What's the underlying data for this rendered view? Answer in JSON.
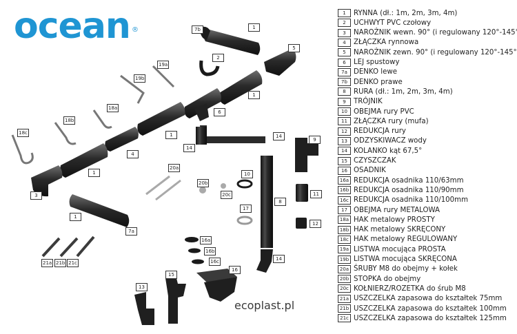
{
  "brand": {
    "logo_text": "ocean",
    "registered_mark": "®",
    "website": "ecoplast.pl"
  },
  "colors": {
    "logo_blue": "#1f95d3",
    "part_dark": "#1b1b1b",
    "part_mid": "#3c3c3c",
    "part_light": "#7a7a7a",
    "metal": "#9a9a9a"
  },
  "legend": [
    {
      "id": "1",
      "label": "RYNNA (dł.: 1m, 2m, 3m, 4m)"
    },
    {
      "id": "2",
      "label": "UCHWYT PVC czołowy"
    },
    {
      "id": "3",
      "label": "NAROŻNIK wewn. 90° (i regulowany 120°-145°)"
    },
    {
      "id": "4",
      "label": "ZŁĄCZKA rynnowa"
    },
    {
      "id": "5",
      "label": "NAROŻNIK zewn. 90° (i regulowany 120°-145°)"
    },
    {
      "id": "6",
      "label": "LEJ spustowy"
    },
    {
      "id": "7a",
      "label": "DENKO lewe"
    },
    {
      "id": "7b",
      "label": "DENKO prawe"
    },
    {
      "id": "8",
      "label": "RURA (dł.: 1m, 2m, 3m, 4m)"
    },
    {
      "id": "9",
      "label": "TRÓJNIK"
    },
    {
      "id": "10",
      "label": "OBEJMA rury PVC"
    },
    {
      "id": "11",
      "label": "ZŁĄCZKA rury (mufa)"
    },
    {
      "id": "12",
      "label": "REDUKCJA rury"
    },
    {
      "id": "13",
      "label": "ODZYSKIWACZ wody"
    },
    {
      "id": "14",
      "label": "KOLANKO kąt 67,5°"
    },
    {
      "id": "15",
      "label": "CZYSZCZAK"
    },
    {
      "id": "16",
      "label": "OSADNIK"
    },
    {
      "id": "16a",
      "label": "REDUKCJA osadnika 110/63mm"
    },
    {
      "id": "16b",
      "label": "REDUKCJA osadnika 110/90mm"
    },
    {
      "id": "16c",
      "label": "REDUKCJA osadnika 110/100mm"
    },
    {
      "id": "17",
      "label": "OBEJMA rury METALOWA"
    },
    {
      "id": "18a",
      "label": "HAK metalowy PROSTY"
    },
    {
      "id": "18b",
      "label": "HAK metalowy SKRĘCONY"
    },
    {
      "id": "18c",
      "label": "HAK metalowy REGULOWANY"
    },
    {
      "id": "19a",
      "label": "LISTWA mocująca PROSTA"
    },
    {
      "id": "19b",
      "label": "LISTWA mocująca SKRĘCONA"
    },
    {
      "id": "20a",
      "label": "ŚRUBY M8 do obejmy + kołek"
    },
    {
      "id": "20b",
      "label": "STOPKA do obejmy"
    },
    {
      "id": "20c",
      "label": "KOŁNIERZ/ROZETKA do śrub M8"
    },
    {
      "id": "21a",
      "label": "USZCZELKA zapasowa do kształtek 75mm"
    },
    {
      "id": "21b",
      "label": "USZCZELKA zapasowa do kształtek 100mm"
    },
    {
      "id": "21c",
      "label": "USZCZELKA zapasowa do kształtek 125mm"
    }
  ],
  "callouts": [
    "7b",
    "1",
    "2",
    "5",
    "19a",
    "19b",
    "1",
    "6",
    "18a",
    "18b",
    "1",
    "18c",
    "4",
    "14",
    "14",
    "9",
    "1",
    "3",
    "20a",
    "10",
    "20b",
    "20c",
    "11",
    "8",
    "1",
    "17",
    "12",
    "7a",
    "16a",
    "16b",
    "16c",
    "14",
    "16",
    "21a",
    "21b",
    "21c",
    "13",
    "15"
  ]
}
